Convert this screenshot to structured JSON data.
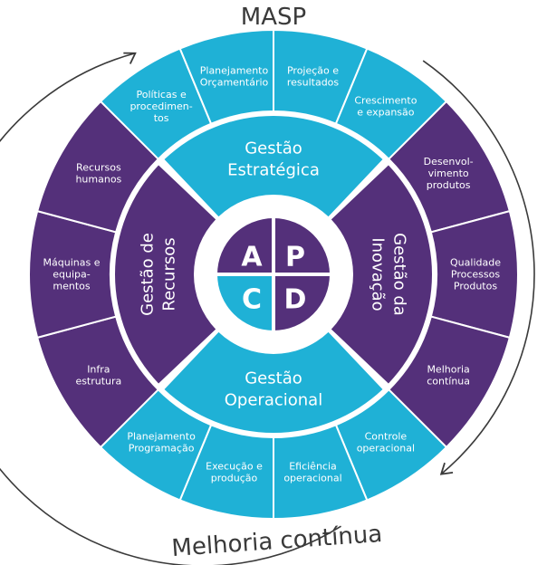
{
  "title": "MASP",
  "cycle_label": "Melhoria contínua",
  "colors": {
    "cyan": "#1fb1d6",
    "purple": "#54307a",
    "ring": "#3a3a3a",
    "separator": "#ffffff"
  },
  "pdca": {
    "top_left": "A",
    "top_right": "P",
    "bottom_left": "C",
    "bottom_right": "D"
  },
  "pillars": {
    "top": [
      "Gestão",
      "Estratégica"
    ],
    "right": [
      "Gestão da",
      "Inovação"
    ],
    "bottom": [
      "Gestão",
      "Operacional"
    ],
    "left": [
      "Gestão de",
      "Recursos"
    ]
  },
  "segments": {
    "top": [
      [
        "Políticas e",
        "procedimen-",
        "tos"
      ],
      [
        "Planejamento",
        "Orçamentário"
      ],
      [
        "Projeção e",
        "resultados"
      ],
      [
        "Crescimento",
        "e expansão"
      ]
    ],
    "right": [
      [
        "Desenvol-",
        "vimento",
        "produtos"
      ],
      [
        "Qualidade",
        "Processos",
        "Produtos"
      ],
      [
        "Melhoria",
        "contínua"
      ]
    ],
    "bottom": [
      [
        "Controle",
        "operacional"
      ],
      [
        "Eficiência",
        "operacional"
      ],
      [
        "Execução e",
        "produção"
      ],
      [
        "Planejamento",
        "Programação"
      ]
    ],
    "left": [
      [
        "Infra",
        "estrutura"
      ],
      [
        "Máquinas e",
        "equipa-",
        "mentos"
      ],
      [
        "Recursos",
        "humanos"
      ]
    ]
  }
}
